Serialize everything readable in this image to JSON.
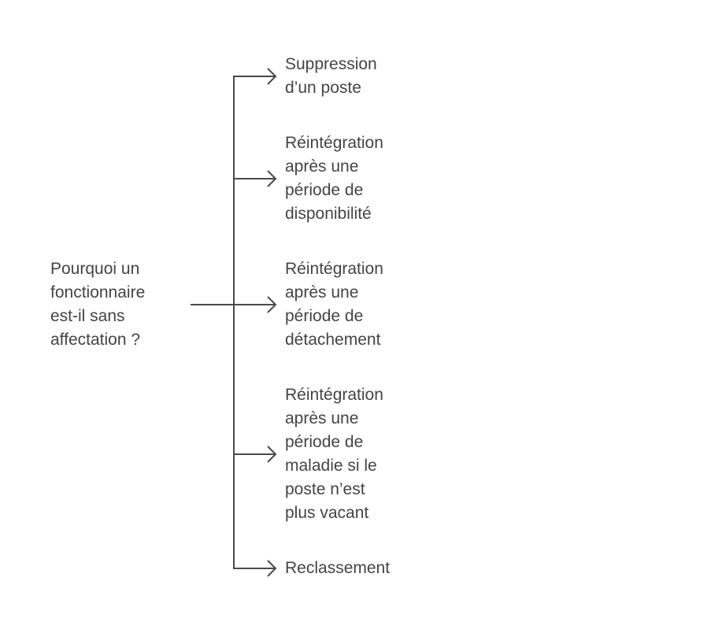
{
  "root": {
    "label": "Pourquoi un\nfonctionnaire\nest-il sans\naffectation ?"
  },
  "branches": [
    {
      "label": "Suppression\nd’un poste"
    },
    {
      "label": "Réintégration\naprès une\npériode de\ndisponibilité"
    },
    {
      "label": "Réintégration\naprès une\npériode de\ndétachement"
    },
    {
      "label": "Réintégration\naprès une\npériode de\nmaladie si le\nposte n’est\nplus vacant"
    },
    {
      "label": "Reclassement"
    }
  ],
  "colors": {
    "line": "#4a4a4a",
    "text": "#444444"
  }
}
